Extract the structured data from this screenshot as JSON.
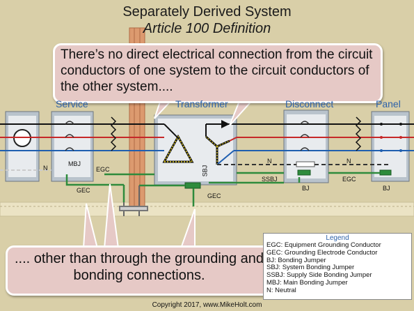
{
  "title": {
    "line1": "Separately Derived System",
    "line2": "Article 100 Definition"
  },
  "callouts": {
    "top": "There’s no direct electrical connection from the circuit conductors of one system to the circuit conductors of the other system....",
    "bottom": ".... other than through the grounding and bonding connections."
  },
  "equipment_labels": {
    "service": "Service",
    "transformer": "Transformer",
    "disconnect": "Disconnect",
    "panel": "Panel"
  },
  "wire_labels": {
    "n_service": "N",
    "mbj": "MBJ",
    "egc_service": "EGC",
    "gec_service": "GEC",
    "sbj": "SBJ",
    "gec_transformer": "GEC",
    "n_disconnect": "N",
    "ssbj": "SSBJ",
    "bj_disconnect": "BJ",
    "n_panel": "N",
    "egc_panel": "EGC",
    "bj_panel": "BJ"
  },
  "legend": {
    "title": "Legend",
    "items": [
      "EGC: Equipment Grounding Conductor",
      "GEC: Grounding Electrode Conductor",
      "BJ: Bonding Jumper",
      "SBJ: System Bonding Jumper",
      "SSBJ: Supply Side Bonding Jumper",
      "MBJ: Main Bonding Jumper",
      "N: Neutral"
    ]
  },
  "copyright": "Copyright 2017, www.MikeHolt.com",
  "colors": {
    "background": "#d9cfa8",
    "ground_strip": "#e9e0bf",
    "enclosure": "#b9c3cc",
    "enclosure_inner": "#e6e9ec",
    "phase_black": "#111111",
    "phase_red": "#c62828",
    "phase_blue": "#1f5fb0",
    "neutral": "#ffffff",
    "ground_green": "#2e8b3c",
    "callout_fill": "#e6c9c6",
    "label_blue": "#2e62a8",
    "utility_pole": "#d9956b"
  }
}
